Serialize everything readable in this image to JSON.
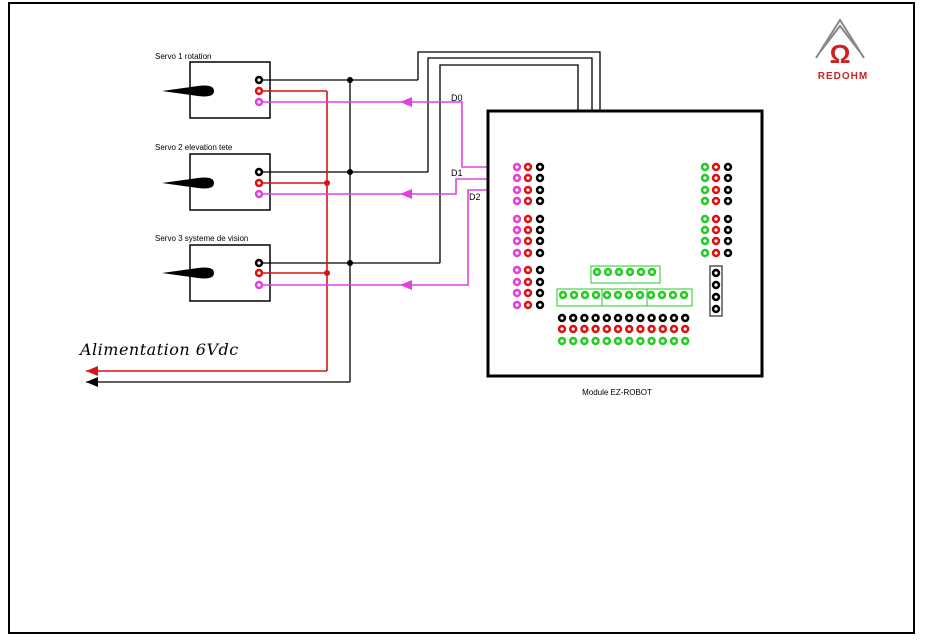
{
  "servos": [
    {
      "label": "Servo 1 rotation"
    },
    {
      "label": "Servo 2 elevation tete"
    },
    {
      "label": "Servo 3 systeme de vision"
    }
  ],
  "signals": [
    "D0",
    "D1",
    "D2"
  ],
  "power_label": "Alimentation  6Vdc",
  "module_label": "Module EZ-ROBOT",
  "logo": {
    "text": "REDOHM",
    "symbol": "Ω"
  },
  "colors": {
    "signal": "#e040e0",
    "power": "#dd1111",
    "ground": "#000000",
    "header_green": "#22cc22",
    "logo": "#cc2222"
  }
}
